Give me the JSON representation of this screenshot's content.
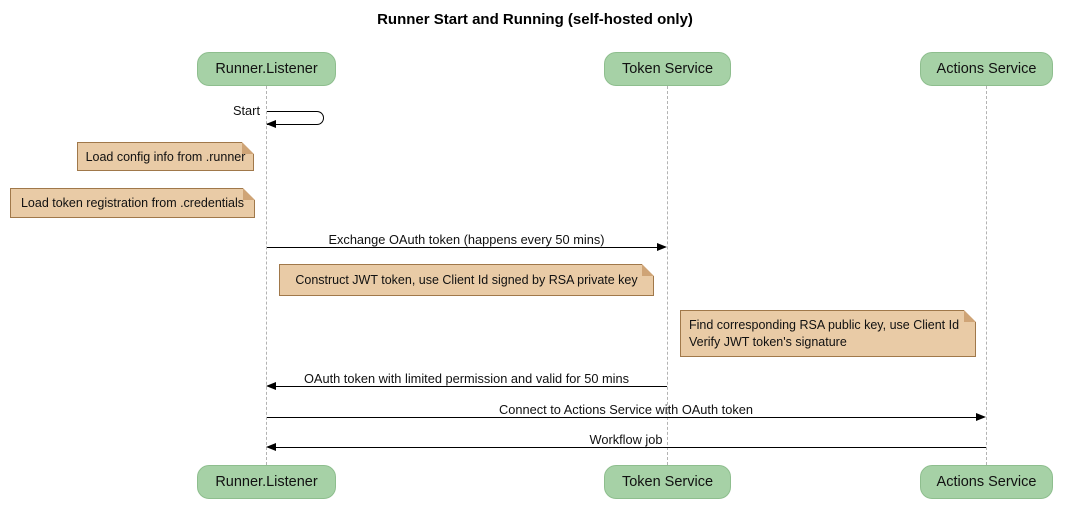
{
  "title": "Runner Start and Running (self-hosted only)",
  "participants": [
    {
      "name": "Runner.Listener"
    },
    {
      "name": "Token Service"
    },
    {
      "name": "Actions Service"
    }
  ],
  "messages": {
    "start": "Start",
    "exchange": "Exchange OAuth token (happens every 50 mins)",
    "oauth_return": "OAuth token with limited permission and valid for 50 mins",
    "connect": "Connect to Actions Service with OAuth token",
    "workflow": "Workflow job"
  },
  "notes": {
    "load_config": "Load config info from .runner",
    "load_token": "Load token registration from .credentials",
    "construct_jwt": "Construct JWT token, use Client Id signed by RSA private key",
    "find_rsa_line1": "Find corresponding RSA public key, use Client Id",
    "find_rsa_line2": "Verify JWT token's signature"
  },
  "colors": {
    "participant_fill": "#a6d1a6",
    "participant_border": "#8ebe8e",
    "note_fill": "#e9cba6",
    "note_border": "#a0784a",
    "lifeline": "#b3b3b3",
    "arrow": "#000000",
    "background": "#ffffff"
  }
}
